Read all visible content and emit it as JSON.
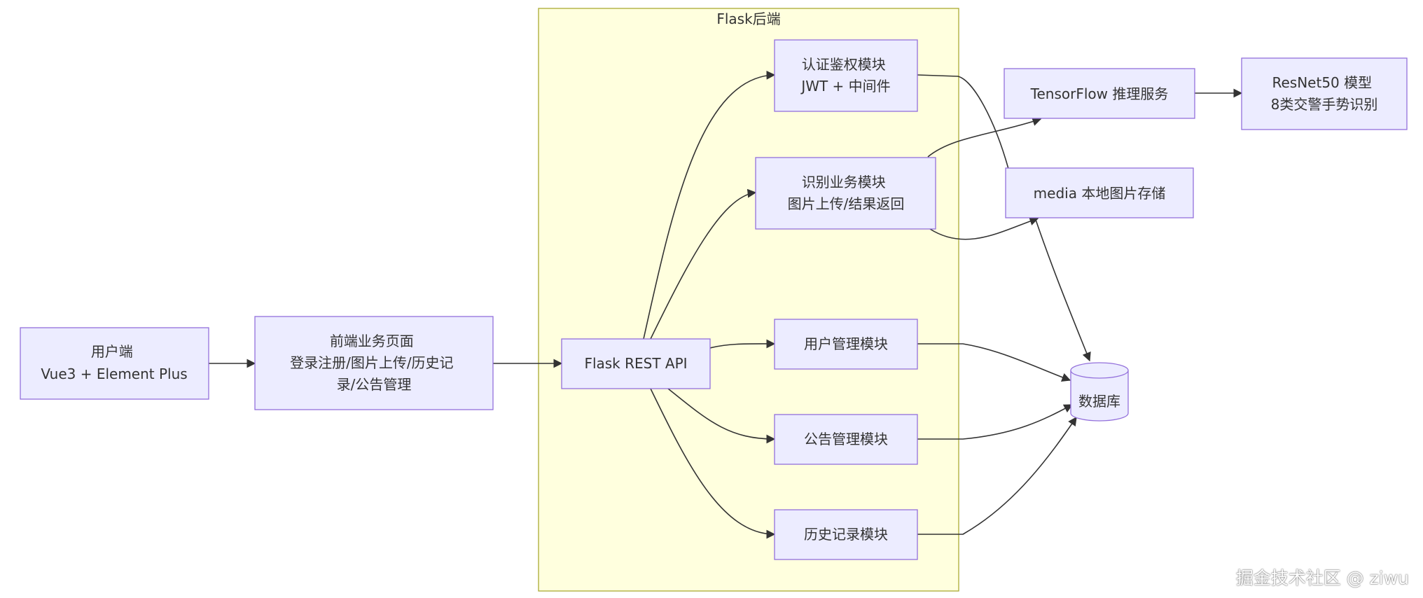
{
  "cluster": {
    "title": "Flask后端"
  },
  "nodes": {
    "client": {
      "lines": [
        "用户端",
        "Vue3 + Element Plus"
      ]
    },
    "frontend": {
      "lines": [
        "前端业务页面",
        "登录注册/图片上传/历史记",
        "录/公告管理"
      ]
    },
    "api": {
      "lines": [
        "Flask REST API"
      ]
    },
    "auth": {
      "lines": [
        "认证鉴权模块",
        "JWT + 中间件"
      ]
    },
    "recognize": {
      "lines": [
        "识别业务模块",
        "图片上传/结果返回"
      ]
    },
    "users": {
      "lines": [
        "用户管理模块"
      ]
    },
    "notices": {
      "lines": [
        "公告管理模块"
      ]
    },
    "history": {
      "lines": [
        "历史记录模块"
      ]
    },
    "tensorflow": {
      "lines": [
        "TensorFlow 推理服务"
      ]
    },
    "resnet": {
      "lines": [
        "ResNet50 模型",
        "8类交警手势识别"
      ]
    },
    "media": {
      "lines": [
        "media 本地图片存储"
      ]
    },
    "database": {
      "lines": [
        "数据库"
      ]
    }
  },
  "edges": [
    [
      "client",
      "frontend"
    ],
    [
      "frontend",
      "api"
    ],
    [
      "api",
      "auth"
    ],
    [
      "api",
      "recognize"
    ],
    [
      "api",
      "users"
    ],
    [
      "api",
      "notices"
    ],
    [
      "api",
      "history"
    ],
    [
      "recognize",
      "tensorflow"
    ],
    [
      "tensorflow",
      "resnet"
    ],
    [
      "recognize",
      "media"
    ],
    [
      "auth",
      "database"
    ],
    [
      "users",
      "database"
    ],
    [
      "notices",
      "database"
    ],
    [
      "history",
      "database"
    ],
    [
      "media",
      "database"
    ]
  ],
  "colors": {
    "node_fill": "#ECECFF",
    "node_stroke": "#9370DB",
    "cluster_fill": "#ffffde",
    "cluster_stroke": "#aaaa33",
    "edge": "#333333",
    "text": "#333333"
  },
  "watermark": "掘金技术社区 @ ziwu"
}
